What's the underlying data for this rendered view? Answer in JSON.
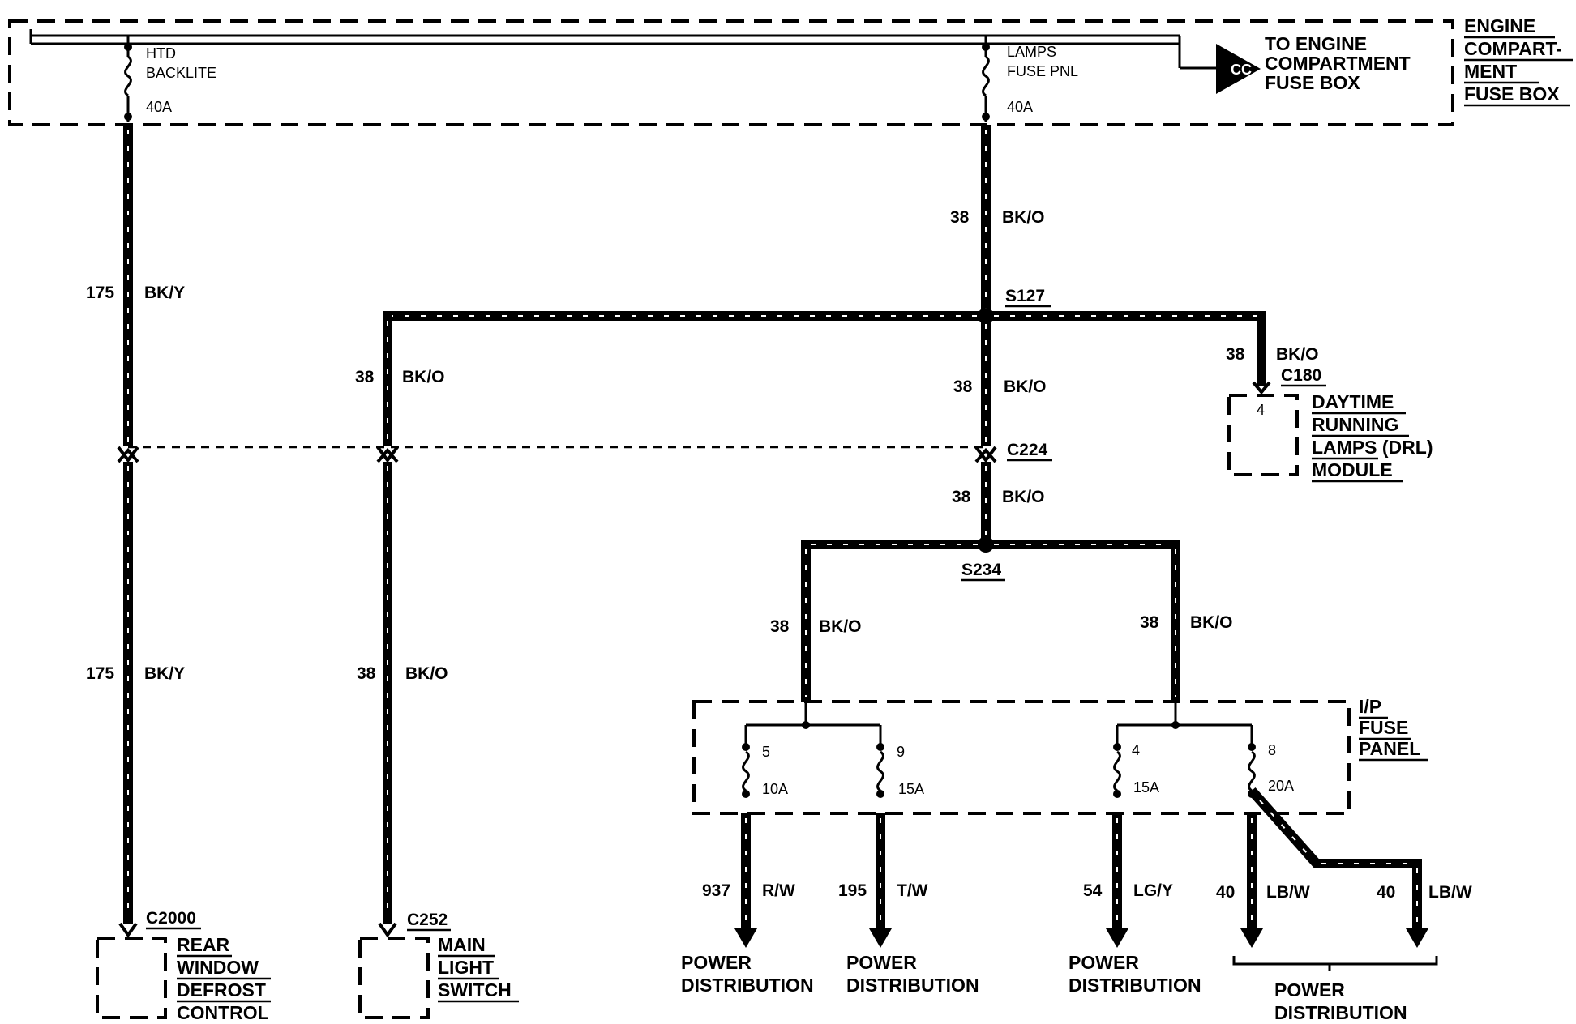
{
  "engine_box": {
    "title_lines": [
      "ENGINE",
      "COMPART-",
      "MENT",
      "FUSE BOX"
    ],
    "fuse_left": {
      "name_lines": [
        "HTD",
        "BACKLITE"
      ],
      "rating": "40A"
    },
    "fuse_right": {
      "name_lines": [
        "LAMPS",
        "FUSE PNL"
      ],
      "rating": "40A"
    },
    "connector_tag": "CC",
    "to_text_lines": [
      "TO ENGINE",
      "COMPARTMENT",
      "FUSE BOX"
    ]
  },
  "wires": {
    "w175_upper": {
      "num": "175",
      "color": "BK/Y"
    },
    "w175_lower": {
      "num": "175",
      "color": "BK/Y"
    },
    "w38_top": {
      "num": "38",
      "color": "BK/O"
    },
    "w38_mid": {
      "num": "38",
      "color": "BK/O"
    },
    "w38_left_upper": {
      "num": "38",
      "color": "BK/O"
    },
    "w38_left_lower": {
      "num": "38",
      "color": "BK/O"
    },
    "w38_drl": {
      "num": "38",
      "color": "BK/O"
    },
    "w38_s234_in": {
      "num": "38",
      "color": "BK/O"
    },
    "w38_s234_left": {
      "num": "38",
      "color": "BK/O"
    },
    "w38_s234_right": {
      "num": "38",
      "color": "BK/O"
    },
    "w937": {
      "num": "937",
      "color": "R/W"
    },
    "w195": {
      "num": "195",
      "color": "T/W"
    },
    "w54": {
      "num": "54",
      "color": "LG/Y"
    },
    "w40a": {
      "num": "40",
      "color": "LB/W"
    },
    "w40b": {
      "num": "40",
      "color": "LB/W"
    }
  },
  "splices": {
    "s127": "S127",
    "s234": "S234"
  },
  "connectors": {
    "c224": "C224",
    "c180": "C180",
    "c2000": "C2000",
    "c252": "C252"
  },
  "drl_module": {
    "pin": "4",
    "label_lines": [
      "DAYTIME",
      "RUNNING",
      "LAMPS (DRL)",
      "MODULE"
    ]
  },
  "rear_defrost": {
    "label_lines": [
      "REAR",
      "WINDOW",
      "DEFROST",
      "CONTROL"
    ]
  },
  "light_switch": {
    "label_lines": [
      "MAIN",
      "LIGHT",
      "SWITCH"
    ]
  },
  "ip_panel": {
    "label_lines": [
      "I/P",
      "FUSE",
      "PANEL"
    ],
    "fuses": [
      {
        "num": "5",
        "rating": "10A"
      },
      {
        "num": "9",
        "rating": "15A"
      },
      {
        "num": "4",
        "rating": "15A"
      },
      {
        "num": "8",
        "rating": "20A"
      }
    ]
  },
  "power_dist": {
    "line1": "POWER",
    "line2": "DISTRIBUTION"
  },
  "colors": {
    "ink": "#000000",
    "paper": "#ffffff"
  }
}
